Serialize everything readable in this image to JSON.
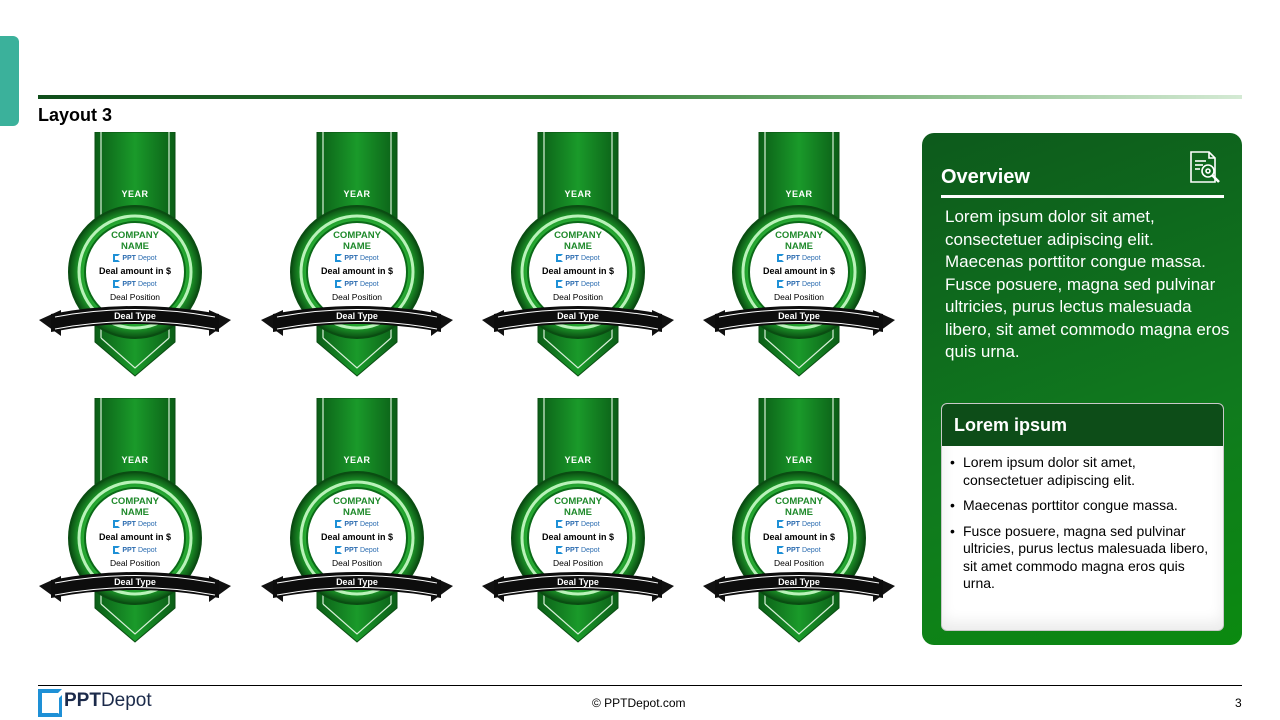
{
  "slide": {
    "title": "Layout 3"
  },
  "badge_defaults": {
    "year": "YEAR",
    "company": "COMPANY NAME",
    "logo_bold": "PPT",
    "logo_light": "Depot",
    "amount": "Deal amount in $",
    "position": "Deal Position",
    "type": "Deal Type"
  },
  "badges": [
    {
      "year": "YEAR",
      "company": "COMPANY NAME",
      "amount": "Deal amount in $",
      "position": "Deal Position",
      "type": "Deal Type"
    },
    {
      "year": "YEAR",
      "company": "COMPANY NAME",
      "amount": "Deal amount in $",
      "position": "Deal Position",
      "type": "Deal Type"
    },
    {
      "year": "YEAR",
      "company": "COMPANY NAME",
      "amount": "Deal amount in $",
      "position": "Deal Position",
      "type": "Deal Type"
    },
    {
      "year": "YEAR",
      "company": "COMPANY NAME",
      "amount": "Deal amount in $",
      "position": "Deal Position",
      "type": "Deal Type"
    },
    {
      "year": "YEAR",
      "company": "COMPANY NAME",
      "amount": "Deal amount in $",
      "position": "Deal Position",
      "type": "Deal Type"
    },
    {
      "year": "YEAR",
      "company": "COMPANY NAME",
      "amount": "Deal amount in $",
      "position": "Deal Position",
      "type": "Deal Type"
    },
    {
      "year": "YEAR",
      "company": "COMPANY NAME",
      "amount": "Deal amount in $",
      "position": "Deal Position",
      "type": "Deal Type"
    },
    {
      "year": "YEAR",
      "company": "COMPANY NAME",
      "amount": "Deal amount in $",
      "position": "Deal Position",
      "type": "Deal Type"
    }
  ],
  "overview": {
    "title": "Overview",
    "icon": "document-search-icon",
    "body": "Lorem ipsum dolor sit amet, consectetuer adipiscing elit. Maecenas porttitor congue massa. Fusce posuere, magna sed pulvinar ultricies, purus lectus malesuada libero, sit amet commodo magna eros quis urna."
  },
  "card": {
    "title": "Lorem ipsum",
    "items": [
      "Lorem ipsum dolor sit amet, consectetuer adipiscing elit.",
      "Maecenas porttitor congue massa.",
      "Fusce posuere, magna sed pulvinar ultricies, purus lectus malesuada libero, sit amet commodo magna eros quis urna."
    ]
  },
  "footer": {
    "logo_bold": "PPT",
    "logo_light": "Depot",
    "copyright": "© PPTDepot.com",
    "page": "3"
  },
  "colors": {
    "accent_teal": "#3bb19b",
    "dark_green": "#0d4d18",
    "badge_green": "#1f8a2b",
    "logo_blue": "#1e90d6"
  }
}
